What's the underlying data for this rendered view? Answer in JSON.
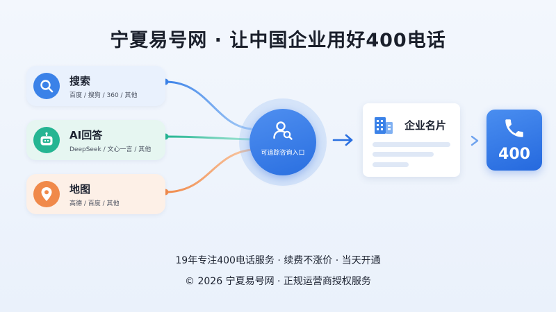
{
  "title": "宁夏易号网 · 让中国企业用好400电话",
  "sources": [
    {
      "name": "搜索",
      "sub": "百度 / 搜狗 / 360 / 其他",
      "icon": "search-icon",
      "color": "#3b82e8"
    },
    {
      "name": "AI回答",
      "sub": "DeepSeek / 文心一言 / 其他",
      "icon": "ai-bot-icon",
      "color": "#25b592"
    },
    {
      "name": "地图",
      "sub": "高德 / 百度 / 其他",
      "icon": "map-pin-icon",
      "color": "#f0894a"
    }
  ],
  "hub": {
    "label": "可追踪咨询入口",
    "icon": "user-search-icon"
  },
  "card": {
    "title": "企业名片",
    "icon": "building-icon"
  },
  "phone": {
    "number": "400",
    "icon": "phone-icon"
  },
  "footer": {
    "line1": "19年专注400电话服务 · 续费不涨价 · 当天开通",
    "line2": "© 2026 宁夏易号网 · 正规运营商授权服务"
  },
  "colors": {
    "blue": "#3b82e8",
    "green": "#25b592",
    "orange": "#f0894a",
    "primary": "#2a6fe0"
  }
}
